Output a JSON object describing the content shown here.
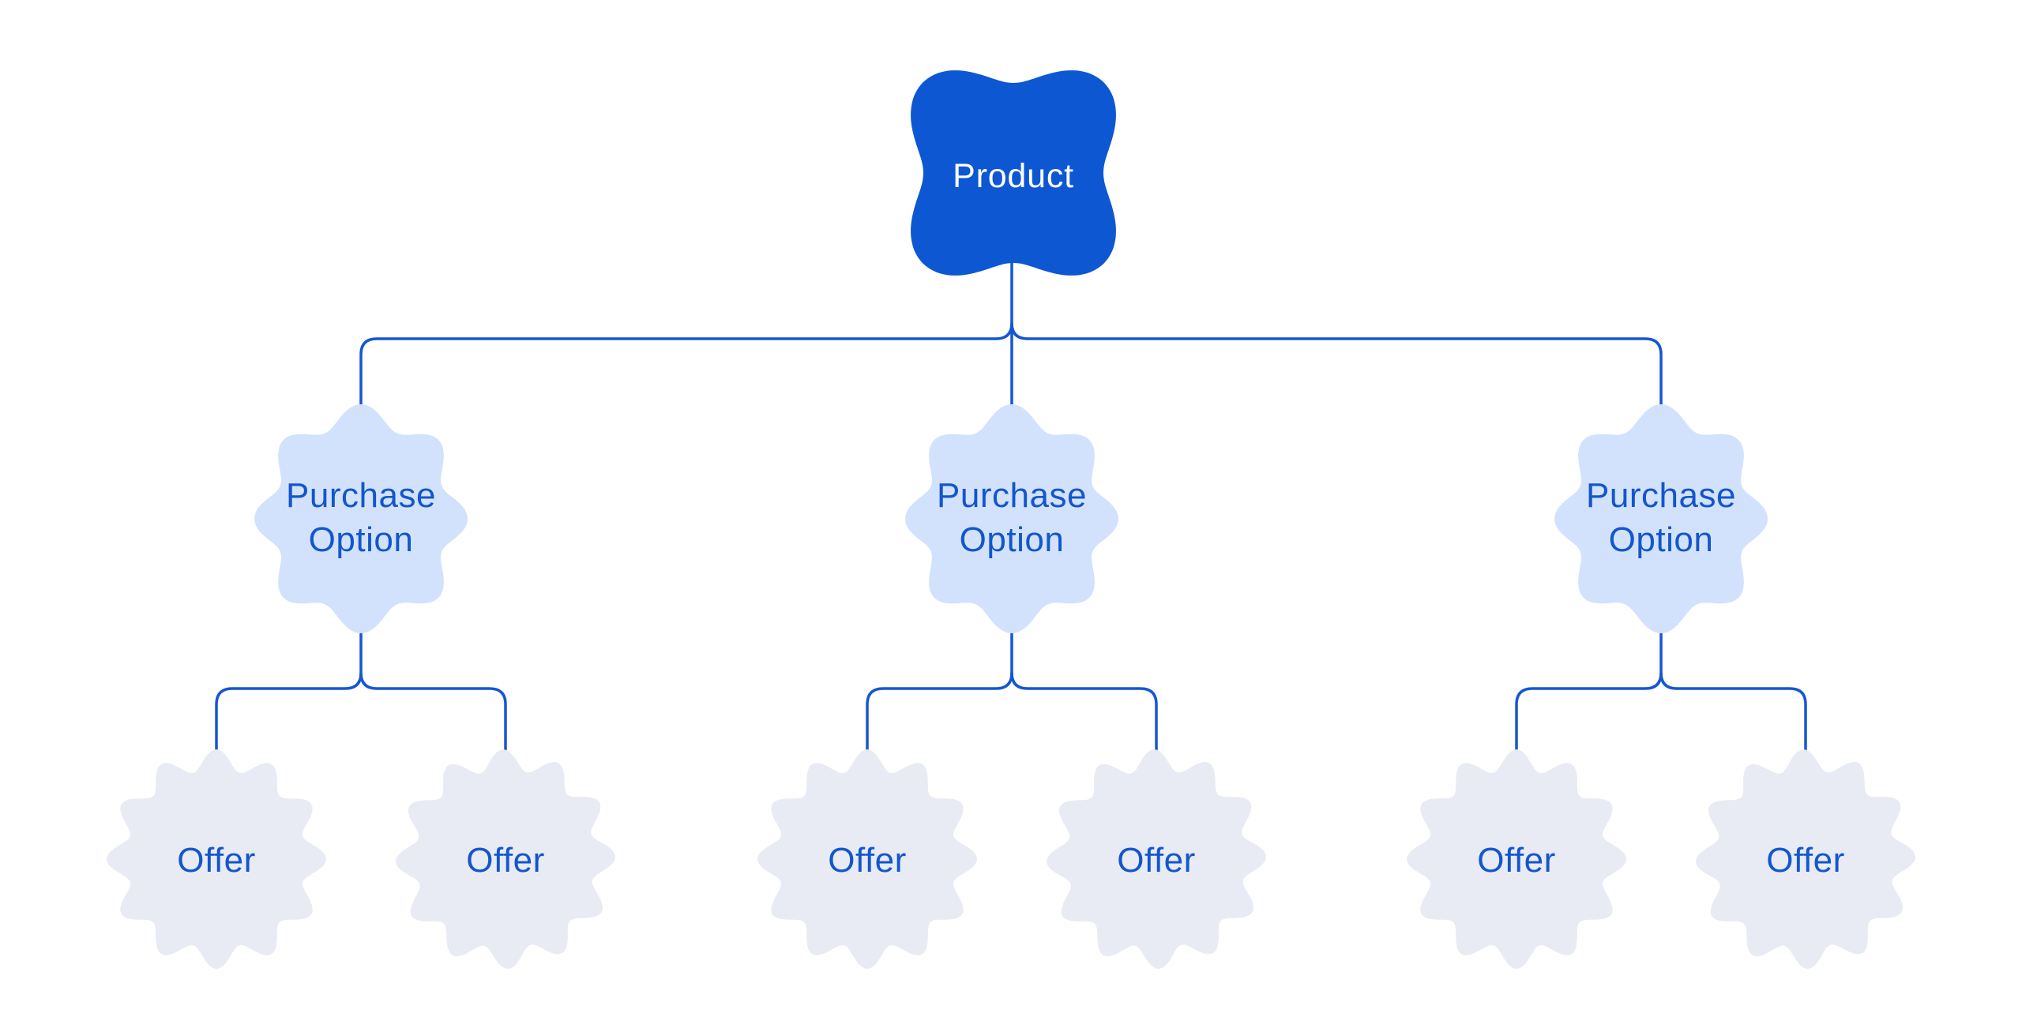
{
  "diagram": {
    "root": {
      "label": "Product"
    },
    "purchase_options": [
      {
        "line1": "Purchase",
        "line2": "Option",
        "offers": [
          {
            "label": "Offer"
          },
          {
            "label": "Offer"
          }
        ]
      },
      {
        "line1": "Purchase",
        "line2": "Option",
        "offers": [
          {
            "label": "Offer"
          },
          {
            "label": "Offer"
          }
        ]
      },
      {
        "line1": "Purchase",
        "line2": "Option",
        "offers": [
          {
            "label": "Offer"
          },
          {
            "label": "Offer"
          }
        ]
      }
    ],
    "colors": {
      "background": "#ffffff",
      "product_fill": "#0d57d3",
      "product_text": "#ffffff",
      "purchase_option_fill": "#d3e2fc",
      "offer_fill": "#e8ebf3",
      "node_text": "#1356cd",
      "connector": "#1557d2"
    }
  }
}
